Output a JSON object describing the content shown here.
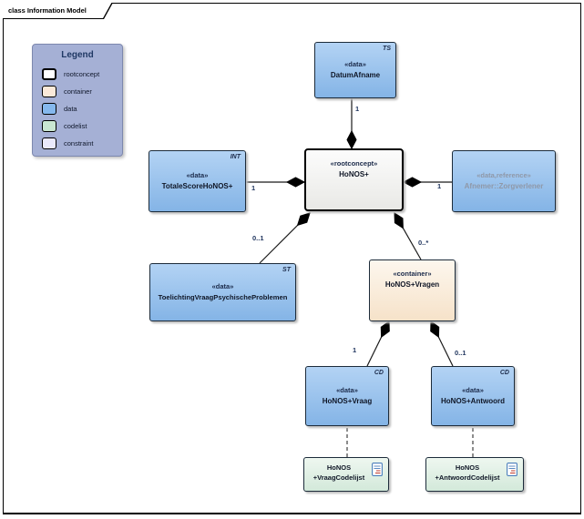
{
  "frame": {
    "title": "class Information Model"
  },
  "legend": {
    "title": "Legend",
    "items": [
      {
        "label": "rootconcept",
        "color": "#ffffff"
      },
      {
        "label": "container",
        "color": "#fbe9d9"
      },
      {
        "label": "data",
        "color": "#85b8ed"
      },
      {
        "label": "codelist",
        "color": "#c9e7d1"
      },
      {
        "label": "constraint",
        "color": "#e9e9fb"
      }
    ]
  },
  "nodes": {
    "datumafname": {
      "stereotype": "«data»",
      "name": "DatumAfname",
      "tag": "TS"
    },
    "honos": {
      "stereotype": "«rootconcept»",
      "name": "HoNOS+"
    },
    "totalescore": {
      "stereotype": "«data»",
      "name": "TotaleScoreHoNOS+",
      "tag": "INT"
    },
    "afnemer": {
      "stereotype": "«data,reference»",
      "name": "Afnemer::Zorgverlener"
    },
    "toelichting": {
      "stereotype": "«data»",
      "name": "ToelichtingVraagPsychischeProblemen",
      "tag": "ST"
    },
    "vragen": {
      "stereotype": "«container»",
      "name": "HoNOS+Vragen"
    },
    "vraag": {
      "stereotype": "«data»",
      "name": "HoNOS+Vraag",
      "tag": "CD"
    },
    "antwoord": {
      "stereotype": "«data»",
      "name": "HoNOS+Antwoord",
      "tag": "CD"
    },
    "vraagcodelijst": {
      "name_line1": "HoNOS",
      "name_line2": "+VraagCodelijst"
    },
    "antwoordcodelijst": {
      "name_line1": "HoNOS",
      "name_line2": "+AntwoordCodelijst"
    }
  },
  "multiplicities": {
    "datumafname": "1",
    "totalescore": "1",
    "afnemer": "1",
    "toelichting": "0..1",
    "vragen": "0..*",
    "vraag": "1",
    "antwoord": "0..1"
  },
  "colors": {
    "data_fill": "#84b4e6",
    "container_fill": "#f6e2c9",
    "rootconcept_fill": "#f2f2f0",
    "codelist_fill": "#d3e9da",
    "constraint_fill": "#e9e9fb",
    "legend_bg": "#a5b0d5",
    "connector": "#000000"
  }
}
